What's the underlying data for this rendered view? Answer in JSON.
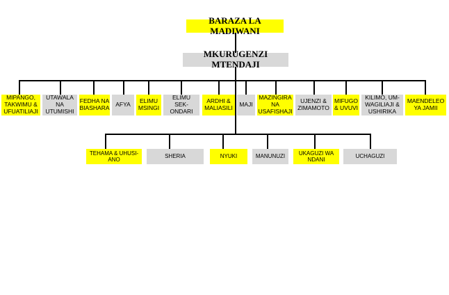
{
  "header_fragment": "· · · · · · · · · · · · · · · · · ·",
  "council": "BARAZA LA  MADIWANI",
  "director": "MKURUGENZI MTENDAJI",
  "departments": [
    "MIPANGO, TAKWIMU & UFUATILIAJI",
    "UTAWALA NA UTUMISHI",
    "FEDHA NA BIASHARA",
    "AFYA",
    "ELIMU MSINGI",
    "ELIMU SEK-ONDARI",
    "ARDHI & MALIASILI",
    "MAJI",
    "MAZINGIRA NA USAFISHAJI",
    "UJENZI & ZIMAMOTO",
    "MIFUGO & UVUVI",
    "KILIMO, UM-WAGILIAJI & USHIRIKA",
    "MAENDELEO YA JAMII"
  ],
  "units": [
    "TEHAMA & UHUSI-ANO",
    "SHERIA",
    "NYUKI",
    "MANUNUZI",
    "UKAGUZI WA NDANI",
    "UCHAGUZI"
  ],
  "colors": {
    "highlight": "#ffff00",
    "neutral": "#d8d8d8",
    "line": "#000000"
  }
}
